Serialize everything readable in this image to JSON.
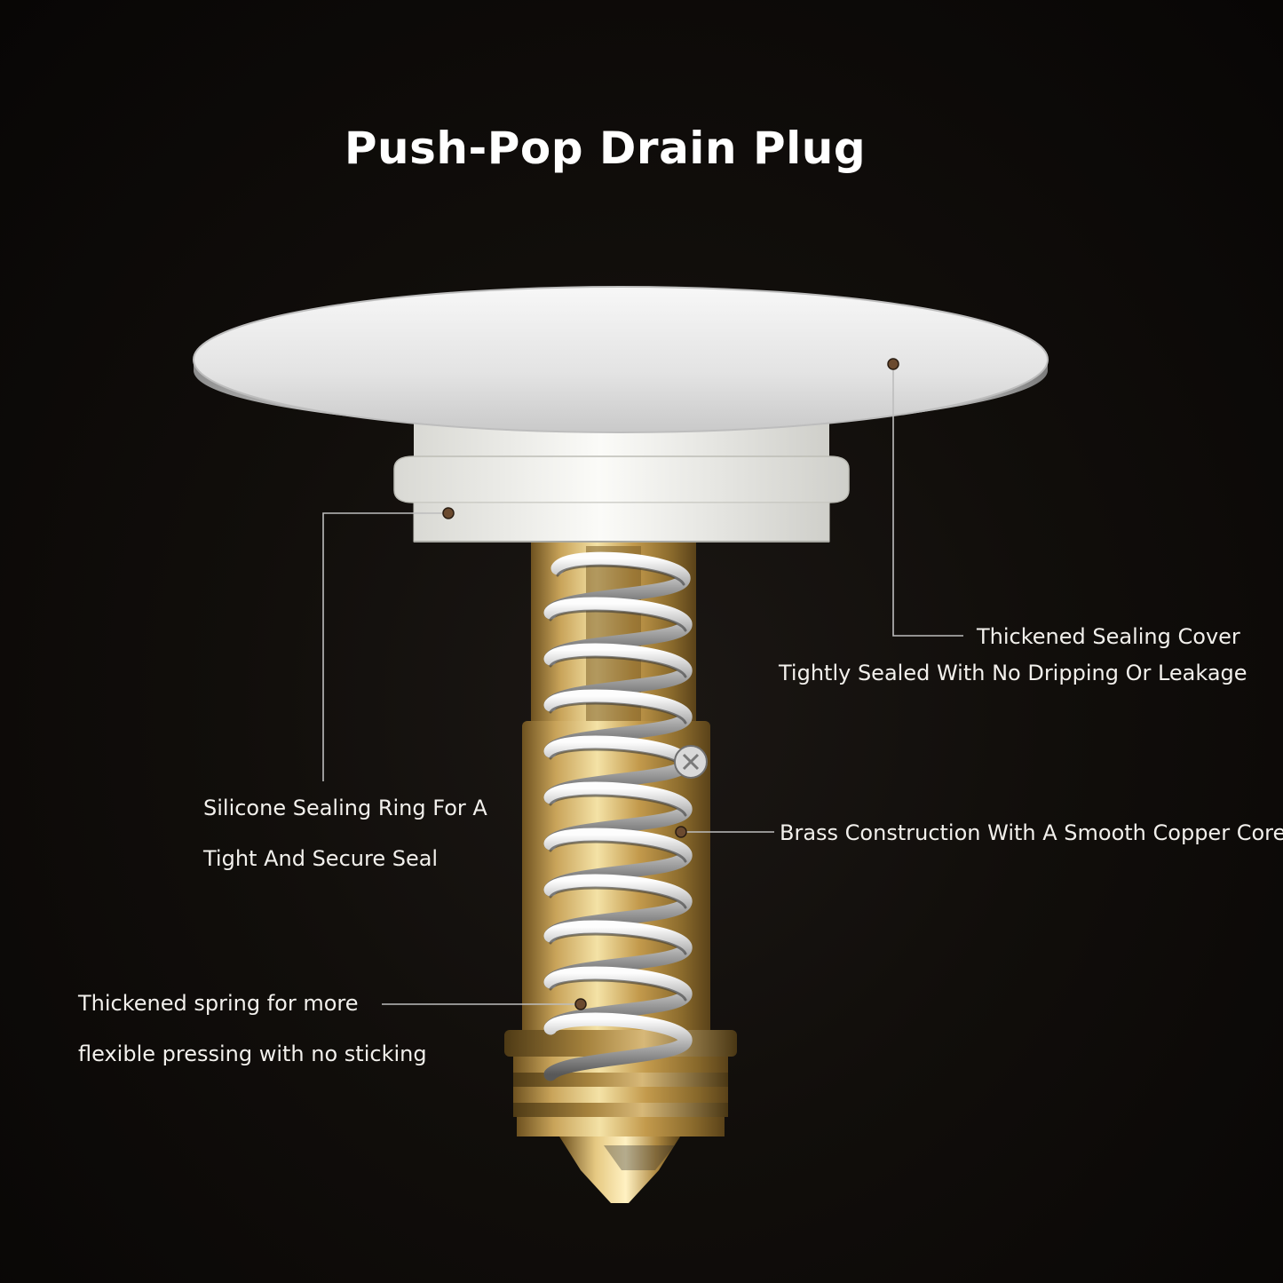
{
  "title": "Push-Pop Drain Plug",
  "callouts": {
    "cover": {
      "line1": "Thickened Sealing Cover",
      "line2": "Tightly Sealed With No Dripping Or Leakage"
    },
    "ring": {
      "line1": "Silicone Sealing Ring For A",
      "line2": "Tight And Secure Seal"
    },
    "brass": {
      "line1": "Brass Construction With A Smooth Copper Core"
    },
    "spring": {
      "line1": "Thickened spring for more",
      "line2": "flexible pressing with no sticking"
    }
  },
  "colors": {
    "background": "#110e0b",
    "brass": "#c9a45a",
    "chrome": "#e8e8e8",
    "leader_line": "#bdbdbd",
    "marker_dot": "#6b4a2f"
  }
}
